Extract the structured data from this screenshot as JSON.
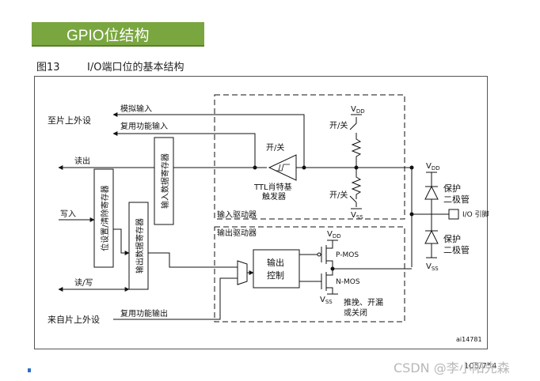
{
  "banner": {
    "title": "GPIO位结构",
    "color": "#7aa640"
  },
  "caption": {
    "number": "图13",
    "text": "I/O端口位的基本结构"
  },
  "diagram": {
    "left_labels": {
      "to_peripheral": "至片上外设",
      "analog_in": "模拟输入",
      "af_in": "复用功能输入",
      "read": "读出",
      "write": "写入",
      "read_write": "读/写",
      "from_peripheral": "来自片上外设",
      "af_out": "复用功能输出"
    },
    "registers": {
      "bsrr": "位设置/清除寄存器",
      "idr": "输入数据寄存器",
      "odr": "输出数据寄存器"
    },
    "input_driver": {
      "label": "输入驱动器",
      "switch": "开/关",
      "ttl_line1": "TTL肖特基",
      "ttl_line2": "触发器",
      "pull_up_switch": "开/关",
      "pull_down_switch": "开/关",
      "vdd": "V",
      "vdd_sub": "DD",
      "vss": "V",
      "vss_sub": "SS"
    },
    "output_driver": {
      "label": "输出驱动器",
      "control_line1": "输出",
      "control_line2": "控制",
      "pmos": "P-MOS",
      "nmos": "N-MOS",
      "mode_line1": "推挽、开漏",
      "mode_line2": "或关闭"
    },
    "protection": {
      "line1": "保护",
      "line2": "二极管"
    },
    "pin_label": "I/O 引脚",
    "ref": "ai14781"
  },
  "footer": {
    "page": "105/754",
    "watermark": "CSDN @李小阳先森"
  }
}
